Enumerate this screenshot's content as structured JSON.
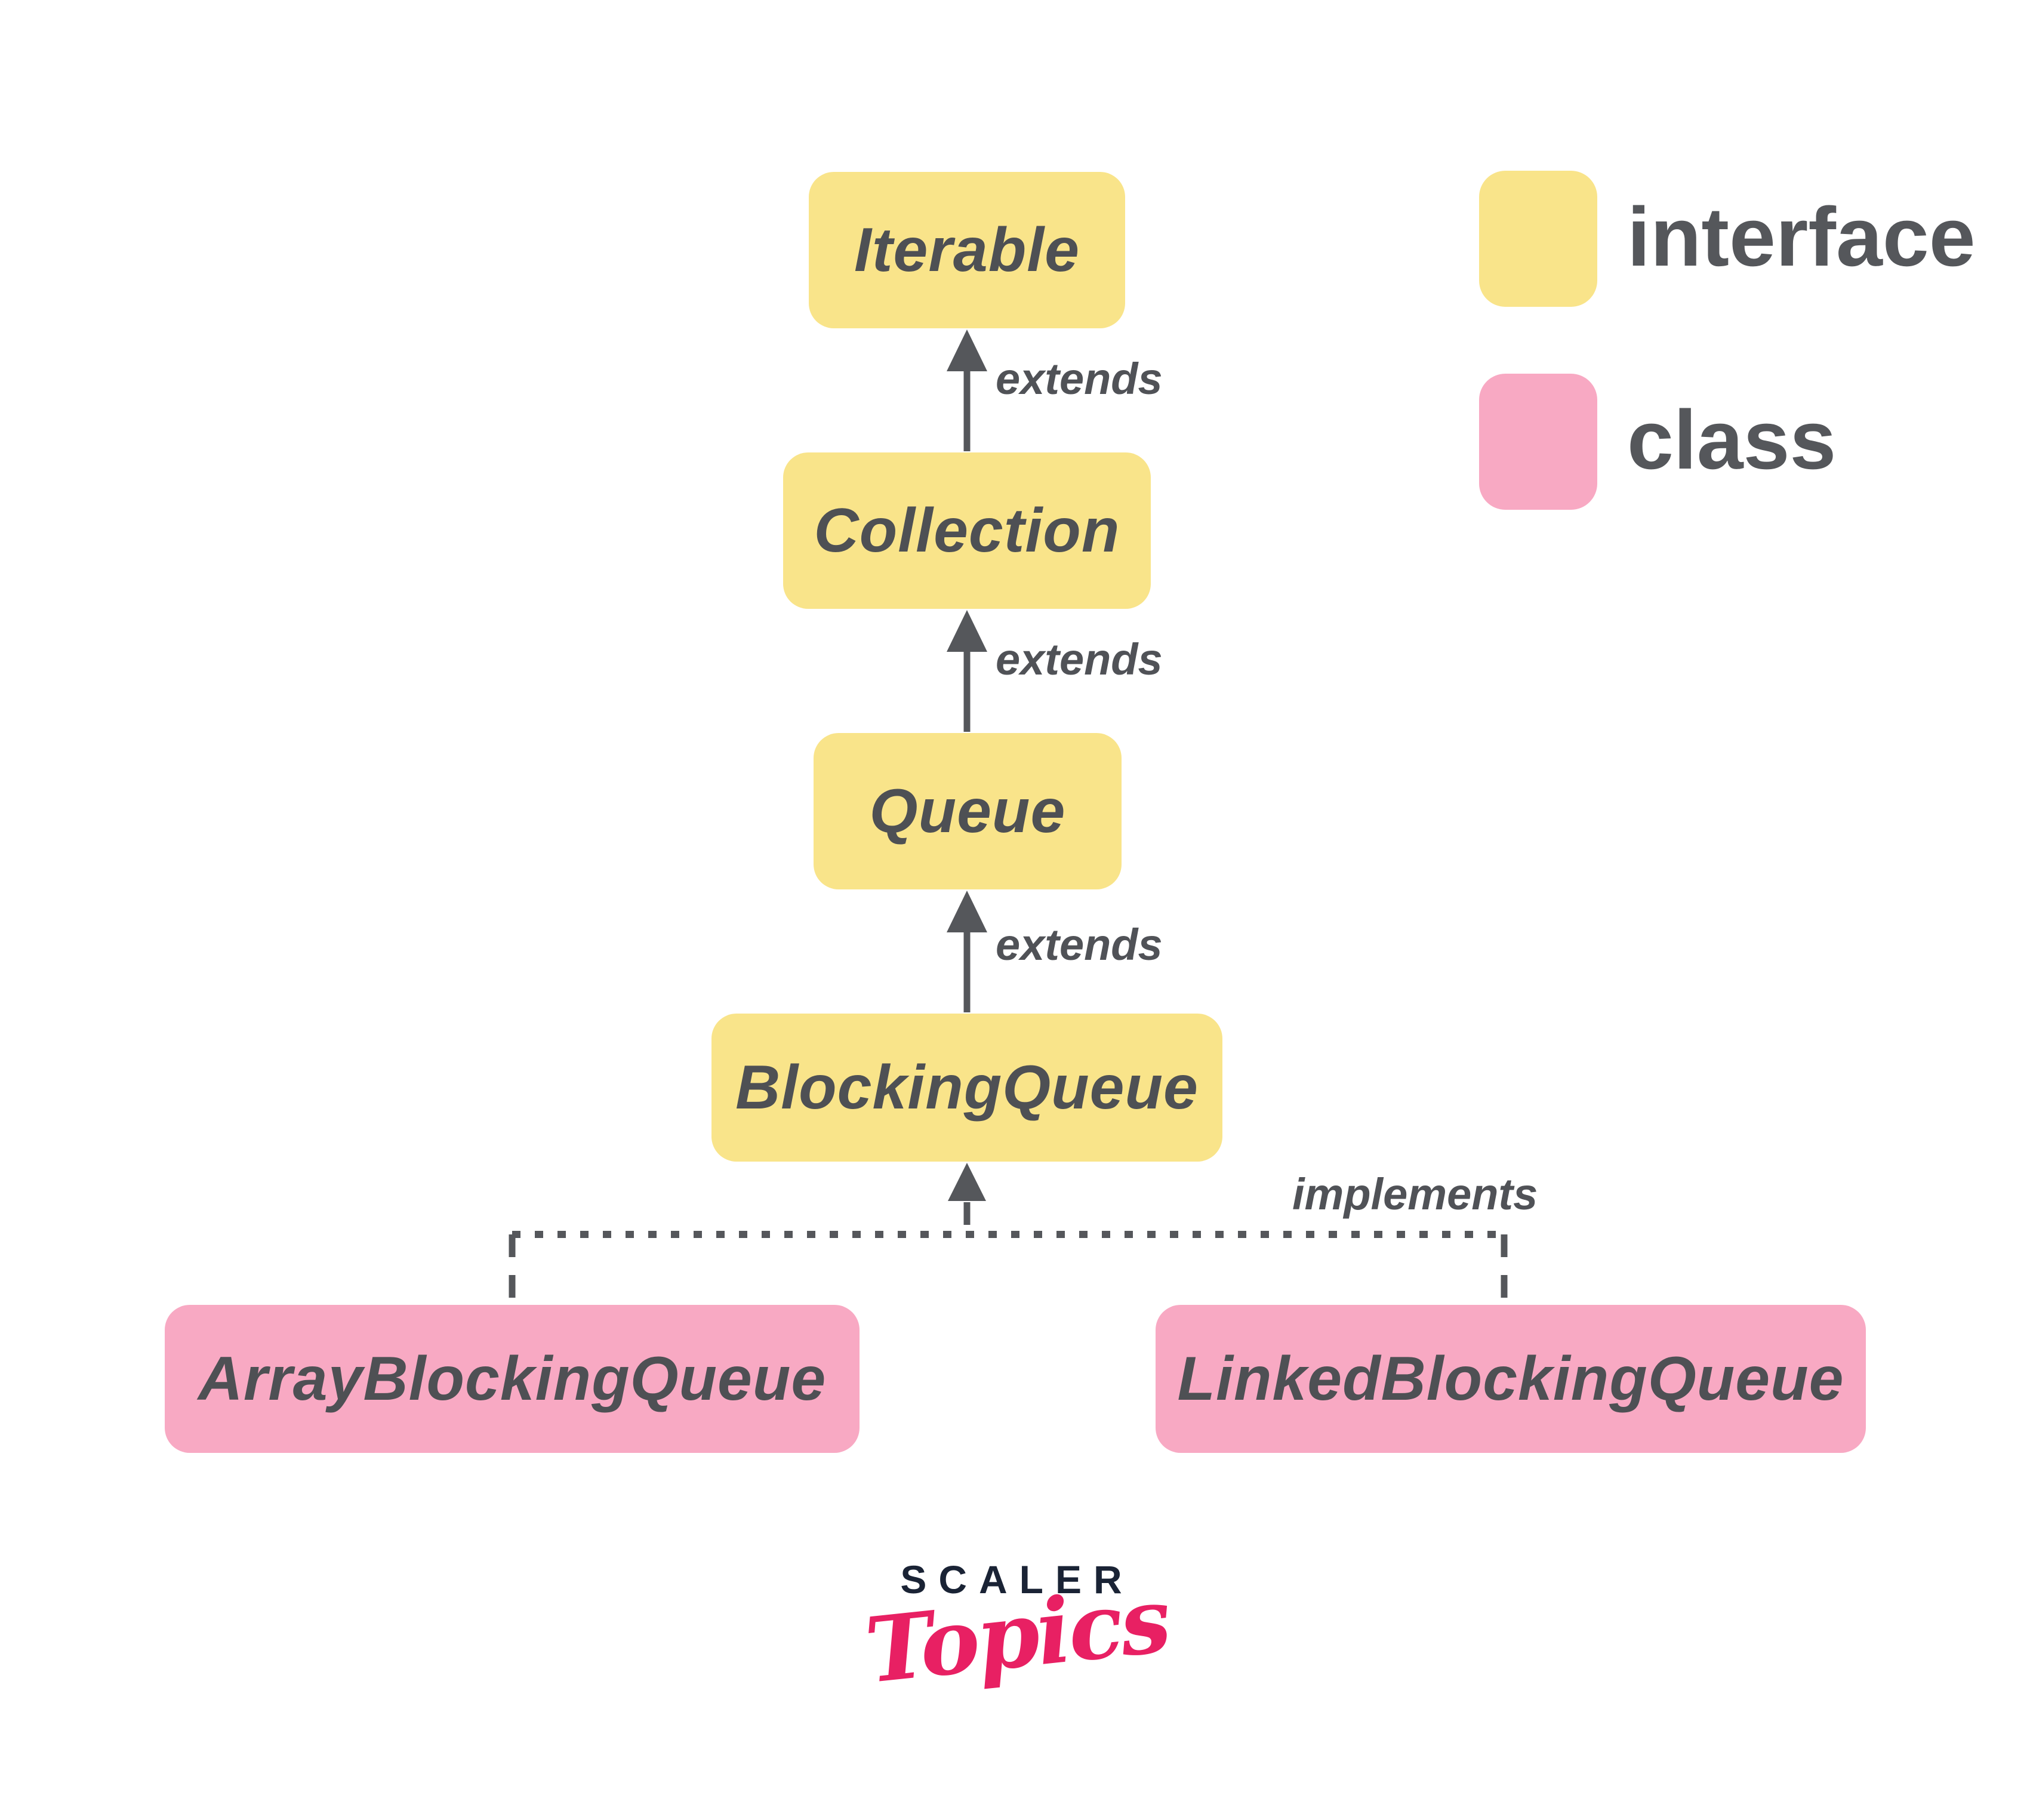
{
  "diagram": {
    "nodes": [
      {
        "id": "iterable",
        "label": "Iterable",
        "type": "interface"
      },
      {
        "id": "collection",
        "label": "Collection",
        "type": "interface"
      },
      {
        "id": "queue",
        "label": "Queue",
        "type": "interface"
      },
      {
        "id": "blockingqueue",
        "label": "BlockingQueue",
        "type": "interface"
      },
      {
        "id": "arrayblockingqueue",
        "label": "ArrayBlockingQueue",
        "type": "class"
      },
      {
        "id": "linkedblockingqueue",
        "label": "LinkedBlockingQueue",
        "type": "class"
      }
    ],
    "edges": [
      {
        "from": "Collection",
        "to": "Iterable",
        "label": "extends",
        "style": "solid"
      },
      {
        "from": "Queue",
        "to": "Collection",
        "label": "extends",
        "style": "solid"
      },
      {
        "from": "BlockingQueue",
        "to": "Queue",
        "label": "extends",
        "style": "solid"
      },
      {
        "from": "ArrayBlockingQueue",
        "to": "BlockingQueue",
        "label": "implements",
        "style": "dashed"
      },
      {
        "from": "LinkedBlockingQueue",
        "to": "BlockingQueue",
        "label": "implements",
        "style": "dashed"
      }
    ]
  },
  "legend": {
    "items": [
      {
        "label": "interface",
        "color": "#F9E48A"
      },
      {
        "label": "class",
        "color": "#F8A9C3"
      }
    ]
  },
  "logo": {
    "brand": "SCALER",
    "sub": "Topics"
  },
  "colors": {
    "interface_fill": "#F9E48A",
    "class_fill": "#F8A9C3",
    "connector": "#55575B",
    "node_text": "#4E5054",
    "legend_text": "#55575B",
    "logo_brand": "#1A2335",
    "logo_sub": "#E82063",
    "background": "#FFFFFF"
  }
}
